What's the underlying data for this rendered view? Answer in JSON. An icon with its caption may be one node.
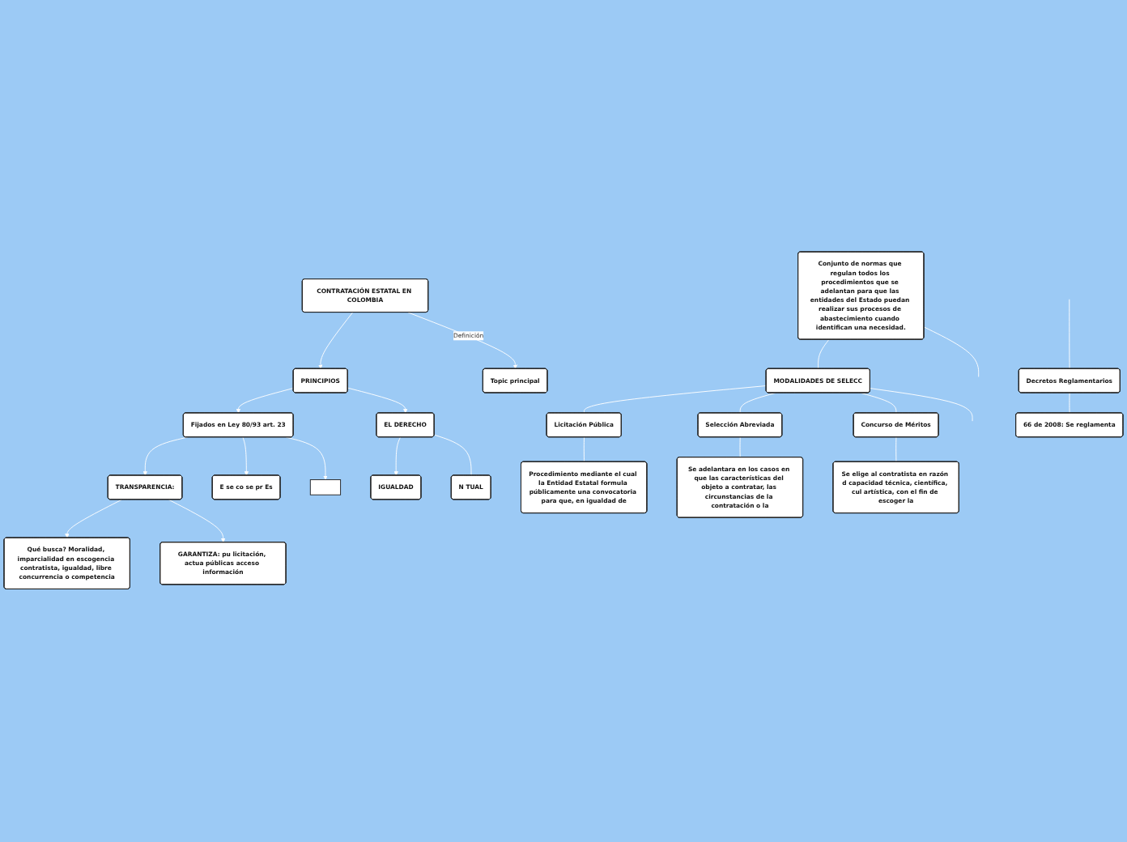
{
  "diagram": {
    "nodes": [
      {
        "text": [
          "PRINCIPIOS"
        ]
      },
      {
        "text": [
          "CONTRATACIÓN ESTATAL EN COLOMBIA"
        ]
      },
      {
        "text": [
          "Topic principal"
        ]
      },
      {
        "text": [
          "Conjunto de normas que regulan todos los procedimientos que se adelantan para que las entidades del Estado puedan realizar sus procesos de abastecimiento cuando identifican una necesidad."
        ]
      },
      {
        "text": [
          "Fijados en Ley 80/93 art. 23"
        ]
      },
      {
        "text": [
          "TRANSPARENCIA:"
        ]
      },
      {
        "text": [
          "Qué busca? Moralidad, imparcialidad en escogencia contratista, igualdad, libre concurrencia o competencia"
        ]
      },
      {
        "text": [
          "GARANTIZA: pu licitación, actua públicas acceso información"
        ]
      },
      {
        "text": [
          "E se co se pr Es"
        ]
      },
      {
        "text": [],
        "shape": "box"
      },
      {
        "text": [
          "IGUALDAD"
        ]
      },
      {
        "text": [
          "N TUAL"
        ]
      },
      {
        "text": [
          "EL DERECHO"
        ]
      },
      {
        "text": [
          "MODALIDADES DE SELECC"
        ]
      },
      {
        "text": [
          "Licitación Pública"
        ]
      },
      {
        "text": [
          "Procedimiento mediante el cual la Entidad Estatal formula públicamente una convocatoria para que, en igualdad de"
        ]
      },
      {
        "text": [
          "Selección Abreviada"
        ]
      },
      {
        "text": [
          "Se adelantara en los casos en que las características del objeto a contratar, las circunstancias de la contratación o la"
        ]
      },
      {
        "text": [
          "Concurso de Méritos"
        ]
      },
      {
        "text": [
          "Se elige al contratista en razón d capacidad técnica, científica, cul artística, con el fin de escoger la"
        ]
      },
      {
        "text": [
          "Decretos Reglamentarios"
        ]
      },
      {
        "text": [
          "66 de 2008: Se reglamenta"
        ]
      }
    ],
    "edges": [
      {
        "from": 1,
        "to": 0,
        "arrow": "to"
      },
      {
        "from": 0,
        "to": 4,
        "arrow": "to"
      },
      {
        "from": 0,
        "to": 12,
        "arrow": "to"
      },
      {
        "from": 4,
        "to": 5,
        "arrow": "to"
      },
      {
        "from": 5,
        "to": 6,
        "arrow": "to"
      },
      {
        "from": 5,
        "to": 7,
        "arrow": "to"
      },
      {
        "from": 4,
        "to": 8,
        "arrow": "to"
      },
      {
        "from": 4,
        "to": 9,
        "arrow": "to"
      },
      {
        "from": 12,
        "to": 10,
        "arrow": "to"
      },
      {
        "from": 12,
        "to": 11,
        "arrow": "none"
      },
      {
        "from": 1,
        "to": 2,
        "arrow": "to",
        "label": "Definición"
      },
      {
        "from": 3,
        "to": 13,
        "arrow": "none"
      },
      {
        "from": 3,
        "to": null,
        "arrow": "none"
      },
      {
        "from": 13,
        "to": 14,
        "arrow": "none"
      },
      {
        "from": 13,
        "to": 16,
        "arrow": "none"
      },
      {
        "from": 13,
        "to": 18,
        "arrow": "none"
      },
      {
        "from": 13,
        "to": null,
        "arrow": "none"
      },
      {
        "from": 14,
        "to": 15,
        "arrow": "none"
      },
      {
        "from": 16,
        "to": 17,
        "arrow": "none"
      },
      {
        "from": 18,
        "to": 19,
        "arrow": "none"
      },
      {
        "from": null,
        "to": 20,
        "arrow": "none"
      },
      {
        "from": 20,
        "to": 21,
        "arrow": "none"
      }
    ]
  }
}
